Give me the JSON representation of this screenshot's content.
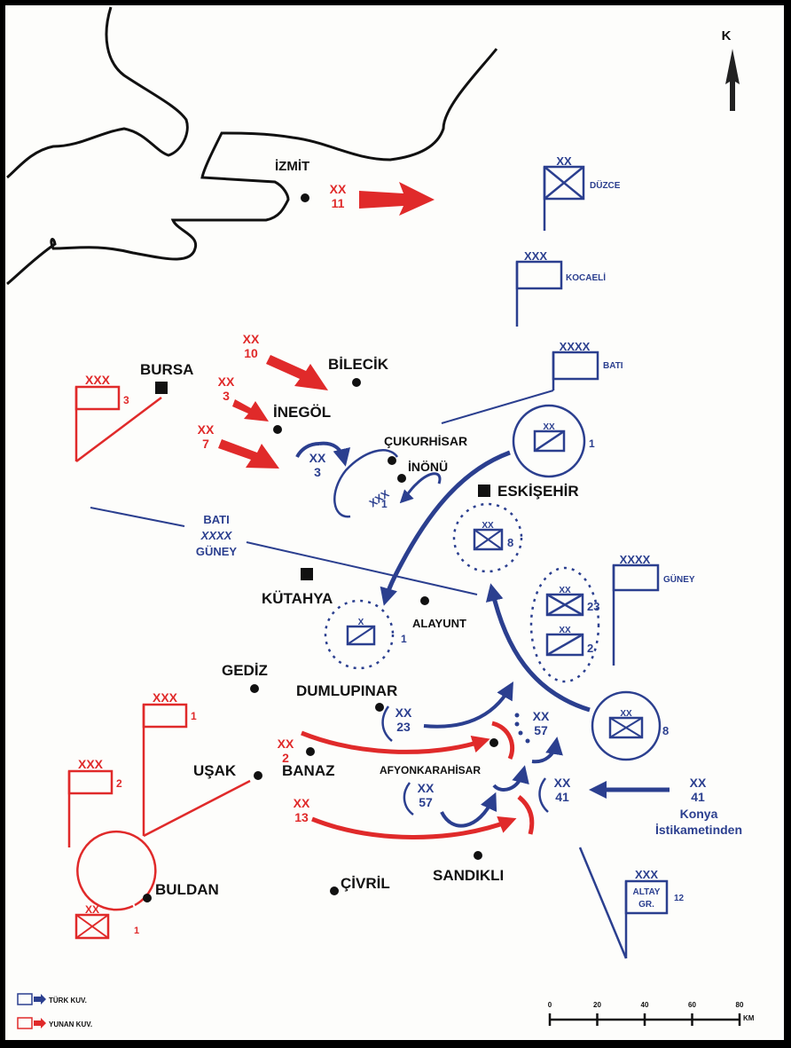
{
  "north_arrow": {
    "label": "K"
  },
  "colors": {
    "turkish": "#2b3f8f",
    "greek": "#e02a2a",
    "coast": "#111111"
  },
  "cities": [
    {
      "id": "izmit",
      "name": "İZMİT",
      "marker": "dot"
    },
    {
      "id": "bursa",
      "name": "BURSA",
      "marker": "square"
    },
    {
      "id": "bilecik",
      "name": "BİLECİK",
      "marker": "dot"
    },
    {
      "id": "inegol",
      "name": "İNEGÖL",
      "marker": "dot"
    },
    {
      "id": "cukurhisar",
      "name": "ÇUKURHİSAR",
      "marker": "dot"
    },
    {
      "id": "inonu",
      "name": "İNÖNÜ",
      "marker": "dot"
    },
    {
      "id": "eskisehir",
      "name": "ESKİŞEHİR",
      "marker": "square"
    },
    {
      "id": "kutahya",
      "name": "KÜTAHYA",
      "marker": "square"
    },
    {
      "id": "alayunt",
      "name": "ALAYUNT",
      "marker": "dot"
    },
    {
      "id": "gediz",
      "name": "GEDİZ",
      "marker": "dot"
    },
    {
      "id": "dumlupinar",
      "name": "DUMLUPINAR",
      "marker": "dot"
    },
    {
      "id": "usak",
      "name": "UŞAK",
      "marker": "dot"
    },
    {
      "id": "banaz",
      "name": "BANAZ",
      "marker": "dot"
    },
    {
      "id": "afyonkarahisar",
      "name": "AFYONKARAHİSAR",
      "marker": "dot"
    },
    {
      "id": "sandikli",
      "name": "SANDIKLI",
      "marker": "dot"
    },
    {
      "id": "civril",
      "name": "ÇİVRİL",
      "marker": "dot"
    },
    {
      "id": "buldan",
      "name": "BULDAN",
      "marker": "dot"
    }
  ],
  "units": {
    "greek_11": {
      "echelon": "XX",
      "number": "11"
    },
    "greek_10": {
      "echelon": "XX",
      "number": "10"
    },
    "greek_3": {
      "echelon": "XX",
      "number": "3"
    },
    "greek_7": {
      "echelon": "XX",
      "number": "7"
    },
    "greek_2": {
      "echelon": "XX",
      "number": "2"
    },
    "greek_13": {
      "echelon": "XX",
      "number": "13"
    },
    "greek_corps_3": {
      "echelon": "XXX",
      "number": "3"
    },
    "greek_corps_1": {
      "echelon": "XXX",
      "number": "1"
    },
    "greek_corps_2": {
      "echelon": "XXX",
      "number": "2"
    },
    "greek_cav_1": {
      "echelon": "XX",
      "number": "1"
    },
    "turk_duzce": {
      "echelon": "XX",
      "name": "DÜZCE"
    },
    "turk_kocaeli": {
      "echelon": "XXX",
      "name": "KOCAELİ"
    },
    "turk_bati": {
      "echelon": "XXXX",
      "name": "BATI"
    },
    "turk_guney": {
      "echelon": "XXXX",
      "name": "GÜNEY"
    },
    "turk_cav_1": {
      "echelon": "XX",
      "number": "1"
    },
    "turk_inf_8a": {
      "echelon": "XX",
      "number": "8"
    },
    "turk_inf_23": {
      "echelon": "XX",
      "number": "23"
    },
    "turk_cav_2": {
      "echelon": "XX",
      "number": "2"
    },
    "turk_cav_brig_1": {
      "echelon": "X",
      "number": "1"
    },
    "turk_inf_8b": {
      "echelon": "XX",
      "number": "8"
    },
    "turk_3": {
      "echelon": "XX",
      "number": "3"
    },
    "turk_corps_1": {
      "echelon": "XXX",
      "number": "1"
    },
    "turk_23": {
      "echelon": "XX",
      "number": "23"
    },
    "turk_57a": {
      "echelon": "XX",
      "number": "57"
    },
    "turk_57b": {
      "echelon": "XX",
      "number": "57"
    },
    "turk_41a": {
      "echelon": "XX",
      "number": "41"
    },
    "turk_41b": {
      "echelon": "XX",
      "number": "41"
    },
    "turk_altay": {
      "echelon": "XXX",
      "line1": "ALTAY",
      "line2": "GR.",
      "number": "12"
    }
  },
  "boundary": {
    "top": "BATI",
    "echelon": "XXXX",
    "bottom": "GÜNEY"
  },
  "konya_note": {
    "line1": "Konya",
    "line2": "İstikametinden"
  },
  "legend": {
    "items": [
      {
        "label": "TÜRK KUV.",
        "color": "#2b3f8f"
      },
      {
        "label": "YUNAN KUV.",
        "color": "#e02a2a"
      }
    ]
  },
  "scale_bar": {
    "ticks": [
      "0",
      "20",
      "40",
      "60",
      "80"
    ],
    "unit": "KM"
  }
}
